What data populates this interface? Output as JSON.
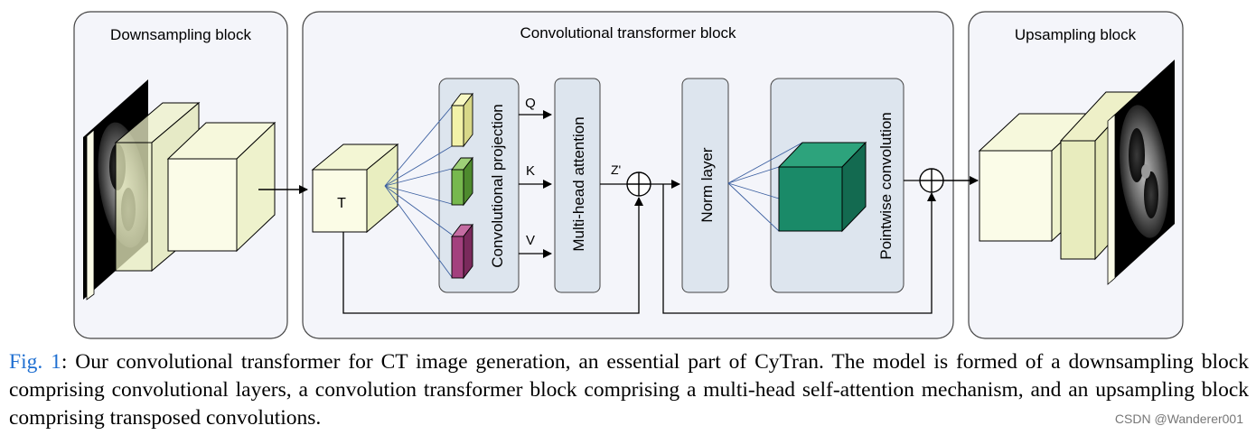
{
  "diagram": {
    "panels": {
      "downsampling": "Downsampling block",
      "transformer": "Convolutional transformer block",
      "upsampling": "Upsampling block"
    },
    "nodes": {
      "tensor": "T",
      "conv_projection": "Convolutional projection",
      "attention": "Multi-head attention",
      "norm": "Norm layer",
      "pointwise": "Pointwise convolution"
    },
    "edges": {
      "q": "Q",
      "k": "K",
      "v": "V",
      "z": "Z'"
    },
    "colors": {
      "panel_bg": "#f4f5fa",
      "module_bg": "#dde5ee",
      "cube_light": "#fbfce6",
      "q_cube": "#f2f2a8",
      "k_cube": "#77b84e",
      "v_cube": "#a3407e",
      "pointwise_cube": "#1a8a68",
      "fan_lines": "#3b5fa0"
    }
  },
  "caption": {
    "fig_label": "Fig. 1",
    "text": ": Our convolutional transformer for CT image generation, an essential part of CyTran. The model is formed of a downsampling block comprising convolutional layers, a convolution transformer block comprising a multi-head self-attention mechanism, and an upsampling block comprising transposed convolutions."
  },
  "watermark": "CSDN @Wanderer001"
}
